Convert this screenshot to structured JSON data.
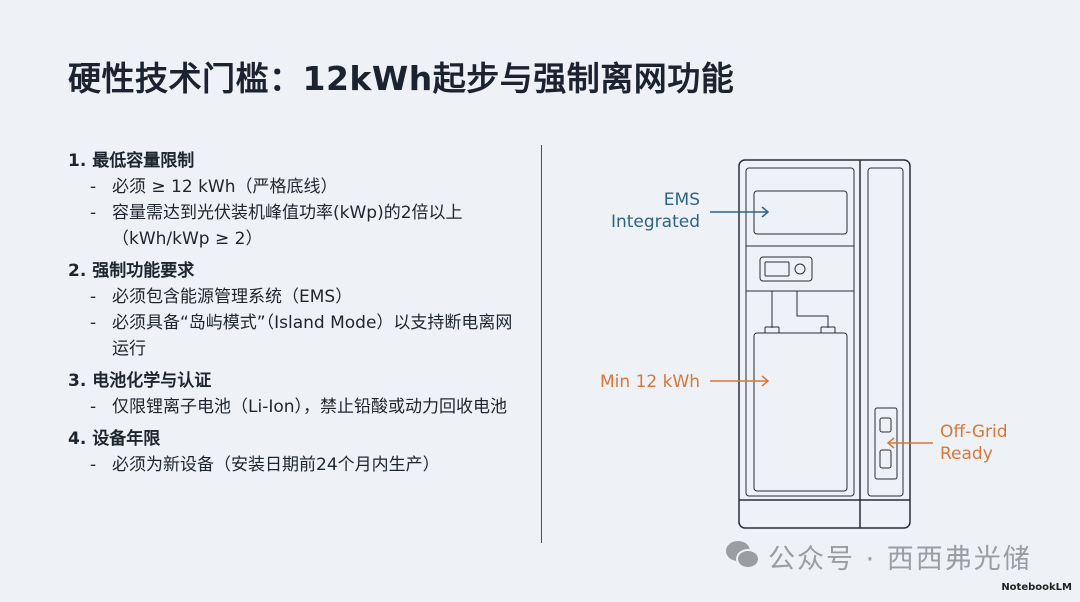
{
  "title": "硬性技术门槛：12kWh起步与强制离网功能",
  "sections": [
    {
      "heading": "1. 最低容量限制",
      "items": [
        "必须 ≥ 12 kWh（严格底线）",
        "容量需达到光伏装机峰值功率(kWp)的2倍以上（kWh/kWp ≥ 2）"
      ]
    },
    {
      "heading": "2. 强制功能要求",
      "items": [
        "必须包含能源管理系统（EMS）",
        "必须具备“岛屿模式”（Island Mode）以支持断电离网运行"
      ]
    },
    {
      "heading": "3. 电池化学与认证",
      "items": [
        "仅限锂离子电池（Li-Ion），禁止铅酸或动力回收电池"
      ]
    },
    {
      "heading": "4. 设备年限",
      "items": [
        "必须为新设备（安装日期前24个月内生产）"
      ]
    }
  ],
  "diagram": {
    "ems_label": "EMS Integrated",
    "capacity_label": "Min 12 kWh",
    "offgrid_label": "Off-Grid Ready",
    "colors": {
      "ems": "#2e6482",
      "accent": "#d6783a"
    }
  },
  "watermark": "公众号 · 西西弗光储",
  "brand": "NotebookLM"
}
